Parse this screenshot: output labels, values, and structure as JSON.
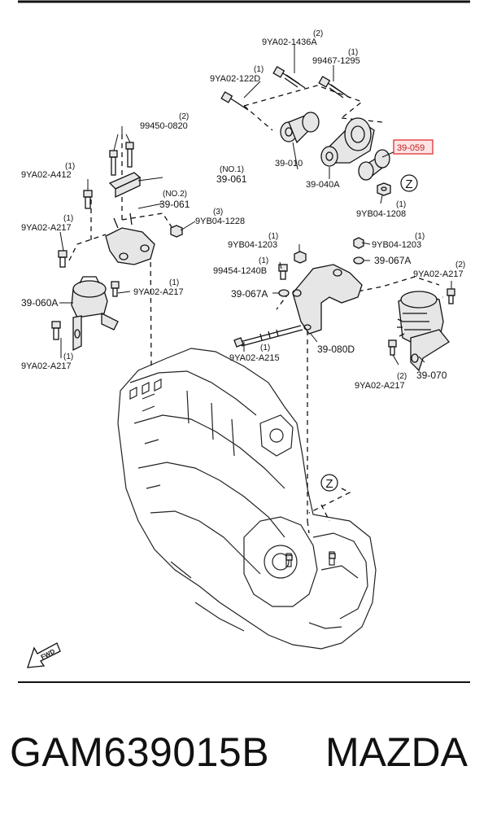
{
  "caption": {
    "part_number": "GAM639015B",
    "brand": "MAZDA"
  },
  "diagram": {
    "fwd_marker": "FWD",
    "zone_marker": "Z",
    "highlight_color": "#e03030",
    "highlighted_part": "39-059",
    "labels": {
      "a1436": "9YA02-1436A",
      "a1436_qty": "(2)",
      "b99467": "99467-1295",
      "b99467_qty": "(1)",
      "a122d": "9YA02-122D",
      "a122d_qty": "(1)",
      "p39_059": "39-059",
      "p39_010": "39-010",
      "p39_040a": "39-040A",
      "b1208": "9YB04-1208",
      "b1208_qty": "(1)",
      "b99450": "99450-0820",
      "b99450_qty": "(2)",
      "a412": "9YA02-A412",
      "a412_qty": "(1)",
      "no1": "(NO.1)",
      "p39_061a": "39-061",
      "no2": "(NO.2)",
      "p39_061b": "39-061",
      "a217a": "9YA02-A217",
      "a217a_qty": "(1)",
      "b1228": "9YB04-1228",
      "b1228_qty": "(3)",
      "b1203a": "9YB04-1203",
      "b1203a_qty": "(1)",
      "b1203b": "9YB04-1203",
      "b1203b_qty": "(1)",
      "b99454": "99454-1240B",
      "b99454_qty": "(1)",
      "p39_067a_r": "39-067A",
      "a217r": "9YA02-A217",
      "a217r_qty": "(2)",
      "p39_067a_l": "39-067A",
      "p39_060a": "39-060A",
      "a217m": "9YA02-A217",
      "a217m_qty": "(1)",
      "a215": "9YA02-A215",
      "a215_qty": "(1)",
      "p39_080d": "39-080D",
      "a217l": "9YA02-A217",
      "a217l_qty": "(1)",
      "a217b": "9YA02-A217",
      "a217b_qty": "(2)",
      "p39_070": "39-070"
    }
  }
}
